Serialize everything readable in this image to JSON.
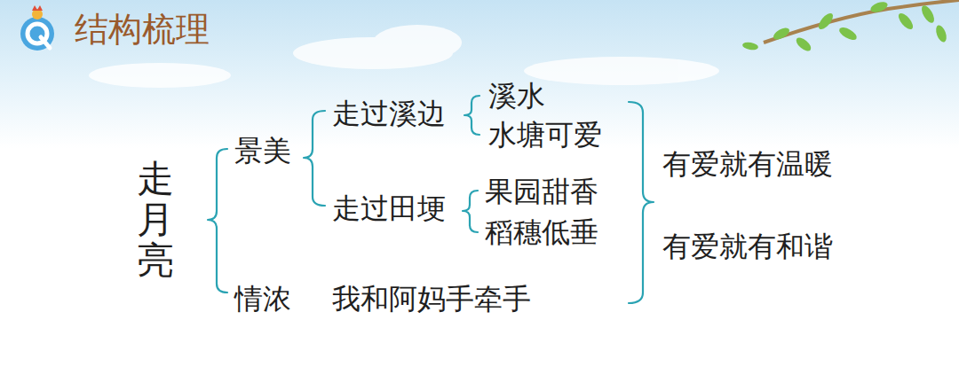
{
  "diagram": {
    "title": "结构梳理",
    "nodes": [
      {
        "text": [
          "走月亮"
        ]
      },
      {
        "text": [
          "景美"
        ]
      },
      {
        "text": [
          "走过溪边"
        ]
      },
      {
        "text": [
          "溪水"
        ]
      },
      {
        "text": [
          "水塘可爱"
        ]
      },
      {
        "text": [
          "走过田埂"
        ]
      },
      {
        "text": [
          "果园甜香"
        ]
      },
      {
        "text": [
          "稻穗低垂"
        ]
      },
      {
        "text": [
          "情浓"
        ]
      },
      {
        "text": [
          "我和阿妈手牵手"
        ]
      },
      {
        "text": [
          "有爱就有温暖"
        ]
      },
      {
        "text": [
          "有爱就有和谐"
        ]
      }
    ]
  }
}
